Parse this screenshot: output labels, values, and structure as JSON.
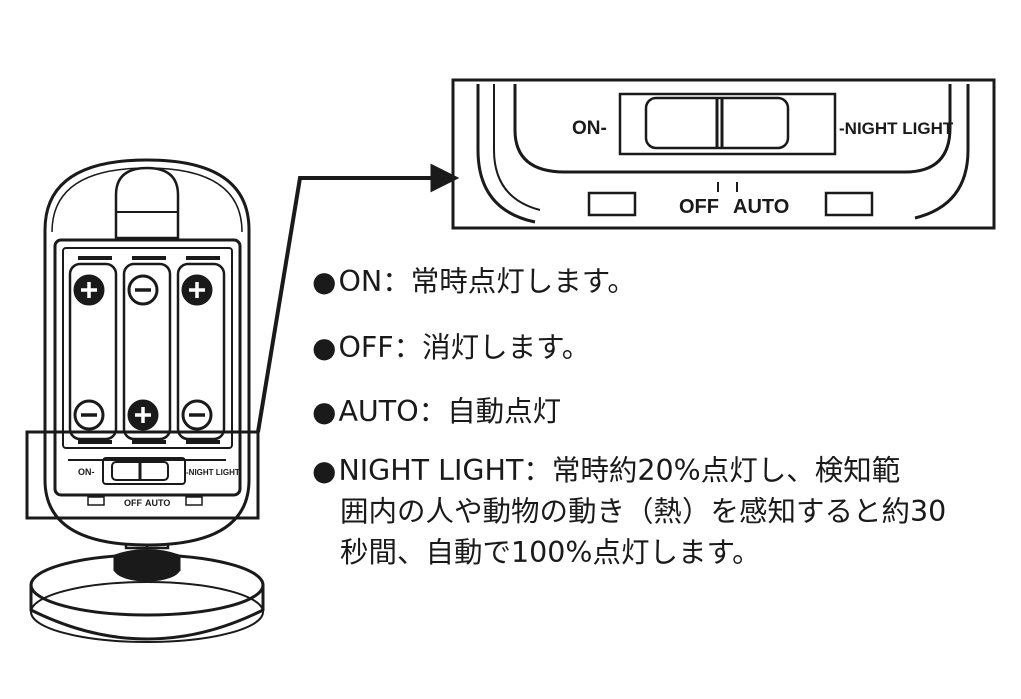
{
  "switch_labels": {
    "on": "ON-",
    "night_light": "-NIGHT LIGHT",
    "off": "OFF",
    "auto": "AUTO"
  },
  "descriptions": [
    {
      "bullet": "●",
      "text": "ON：常時点灯します。"
    },
    {
      "bullet": "●",
      "text": "OFF：消灯します。"
    },
    {
      "bullet": "●",
      "text": "AUTO：自動点灯"
    },
    {
      "bullet": "●",
      "lines": [
        "NIGHT LIGHT：常時約20%点灯し、検知範",
        "囲内の人や動物の動き（熱）を感知すると約30",
        "秒間、自動で100%点灯します。"
      ]
    }
  ],
  "colors": {
    "line": "#1a1a1a",
    "background": "#ffffff"
  }
}
